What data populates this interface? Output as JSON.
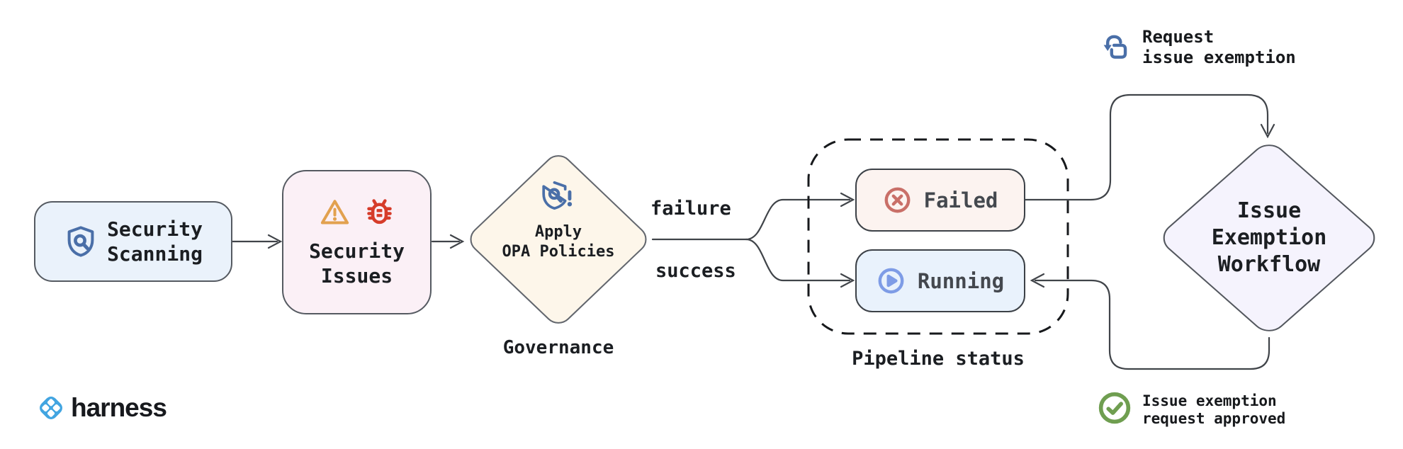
{
  "nodes": {
    "security_scanning": {
      "line1": "Security",
      "line2": "Scanning"
    },
    "security_issues": {
      "line1": "Security",
      "line2": "Issues"
    },
    "apply_opa": {
      "line1": "Apply",
      "line2": "OPA Policies",
      "caption": "Governance"
    },
    "failed": {
      "label": "Failed"
    },
    "running": {
      "label": "Running"
    },
    "pipeline_status": {
      "caption": "Pipeline status"
    },
    "issue_exemption_workflow": {
      "line1": "Issue",
      "line2": "Exemption",
      "line3": "Workflow"
    }
  },
  "edges": {
    "failure_label": "failure",
    "success_label": "success"
  },
  "annotations": {
    "request_exemption": {
      "line1": "Request",
      "line2": "issue exemption"
    },
    "request_approved": {
      "line1": "Issue exemption",
      "line2": "request approved"
    }
  },
  "branding": {
    "wordmark": "harness"
  },
  "icons": {
    "security_scanning": "shield-search-icon",
    "security_issues": [
      "warning-triangle-icon",
      "bug-icon"
    ],
    "apply_opa": "shield-search-alert-icon",
    "failed": "circle-x-icon",
    "running": "circle-play-icon",
    "request_exemption": "tap-request-icon",
    "request_approved": "check-circle-icon",
    "branding": "harness-diamond-icon"
  },
  "colors": {
    "background": "#ffffff",
    "node_blue_bg": "#eaf2fb",
    "node_pink_bg": "#fbf0f6",
    "diamond_cream_bg": "#fdf6ea",
    "diamond_lavender_bg": "#f5f3fd",
    "failed_bg": "#fcf3f0",
    "running_bg": "#e9f2fc",
    "stroke_gray": "#404449",
    "icon_blue": "#4a6fa8",
    "warning_amber": "#e2a14f",
    "bug_red": "#d63c2a",
    "failed_red": "#c96f68",
    "running_periwinkle": "#7e9ce6",
    "approved_green": "#6f9e50",
    "harness_blue": "#42a5e1"
  }
}
